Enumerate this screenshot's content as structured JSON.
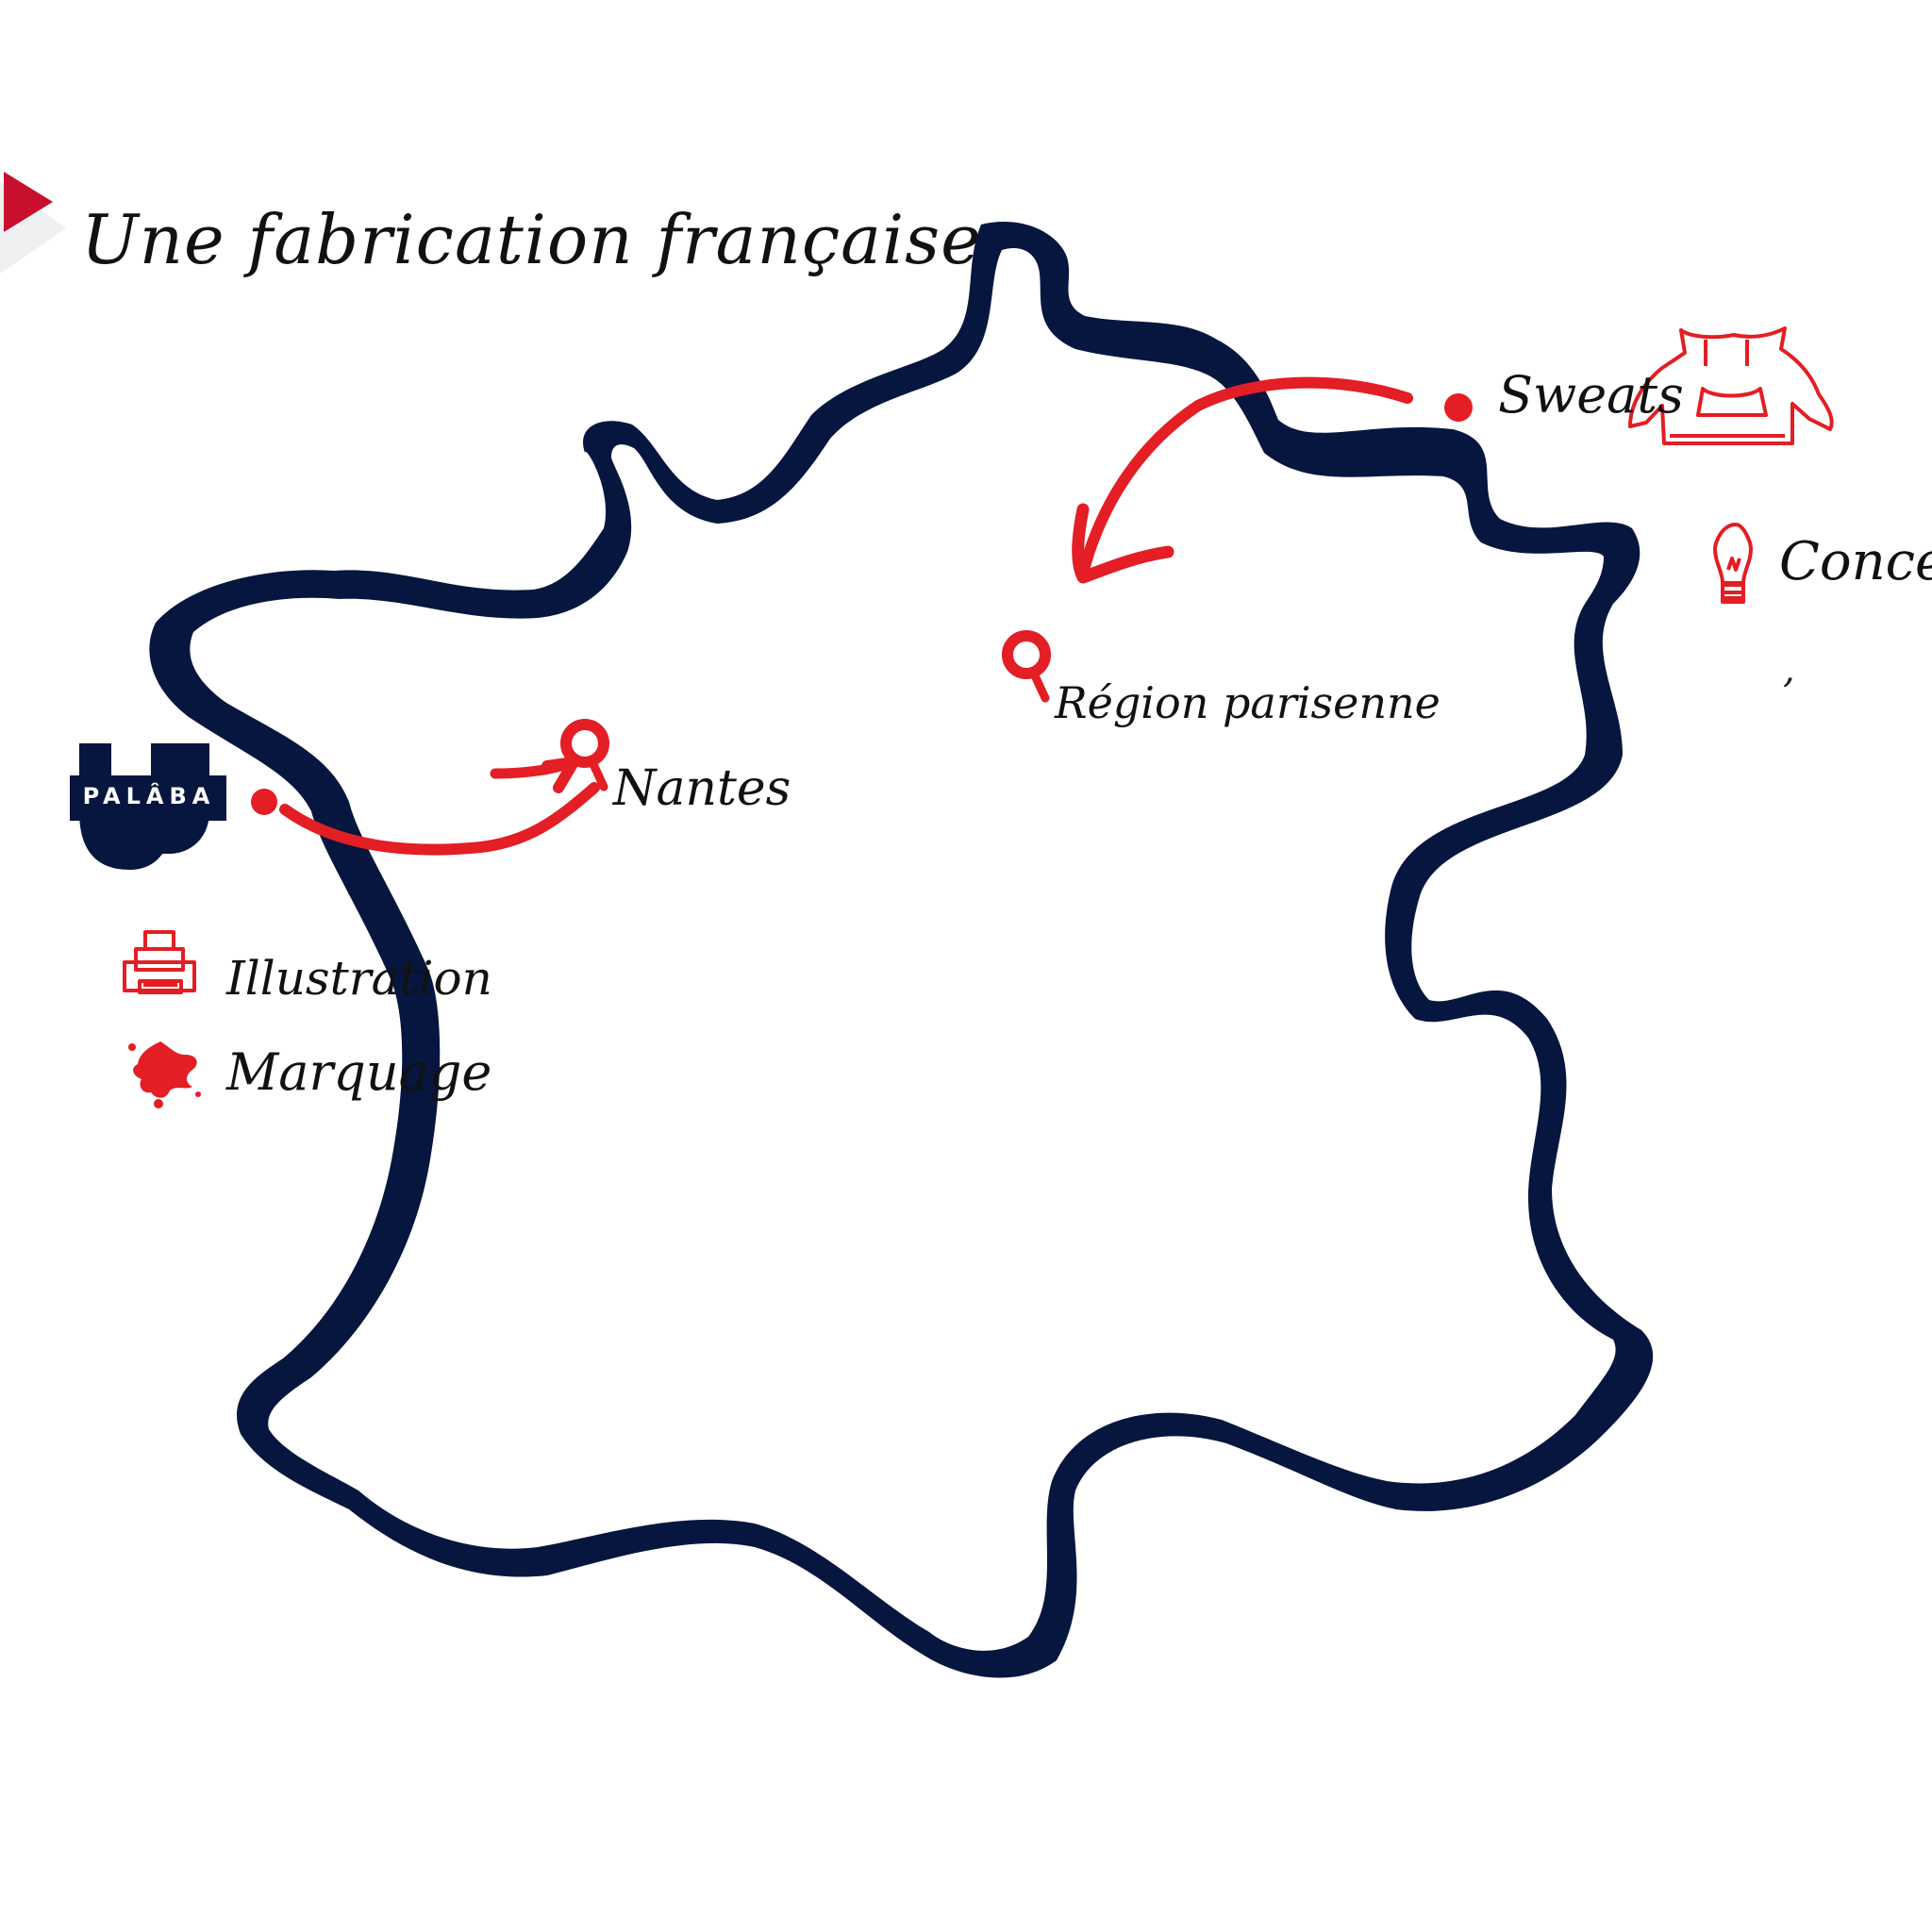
{
  "title": "Une fabrication française",
  "logo": {
    "text": "PALÂBA"
  },
  "places": {
    "nantes": "Nantes",
    "paris": "Région parisenne",
    "sweats": "Sweats",
    "conception": "Conception",
    "comma": ","
  },
  "services": {
    "illustration": "Illustration",
    "marquage": "Marquage"
  },
  "colors": {
    "navy": "#06163f",
    "red": "#e31e24",
    "dark_red": "#c8102e",
    "text": "#111111"
  },
  "icons": [
    "corner-triangle-icon",
    "printer-icon",
    "ink-splash-icon",
    "lightbulb-icon",
    "hoodie-icon",
    "location-pin-icon"
  ]
}
